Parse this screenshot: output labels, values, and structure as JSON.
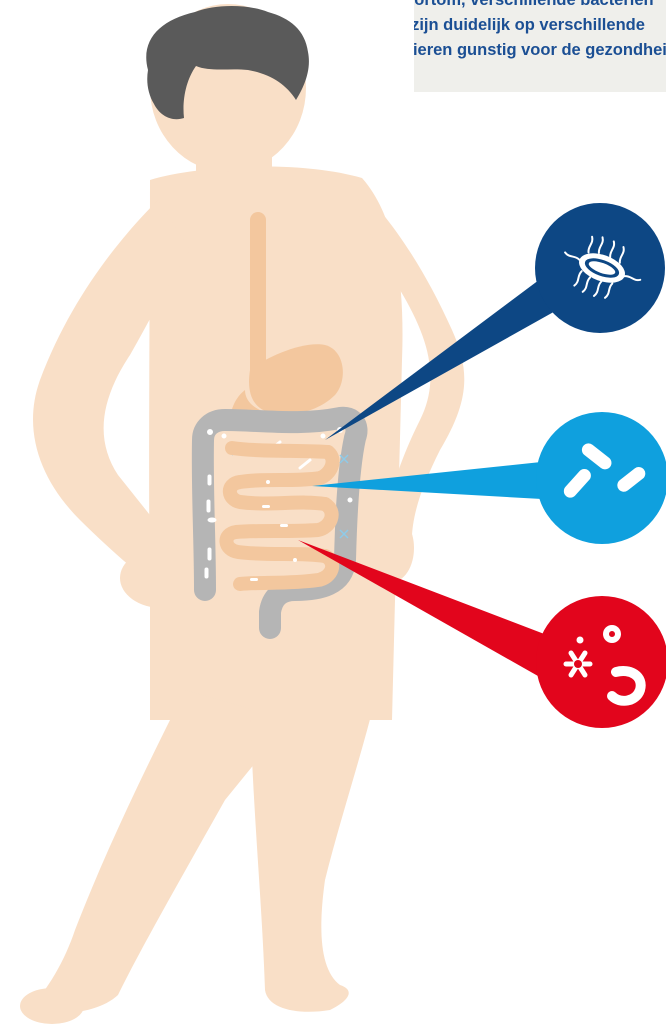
{
  "text_box": {
    "lines": [
      "Kortom, verschillende bacteriën",
      "zijn duidelijk op verschillende",
      "manieren gunstig voor de gezondheid"
    ]
  },
  "colors": {
    "skin": "#f9dfc7",
    "organ": "#f3c79e",
    "colon": "#b5b5b5",
    "hair": "#5a5a5a",
    "text_box_bg": "#efefeb",
    "text": "#1b4f94",
    "callout_top": "#0d4784",
    "callout_middle": "#0fa0de",
    "callout_bottom": "#e2051c"
  },
  "callouts": [
    {
      "id": "top",
      "icon": "bacterium-with-flagella-icon"
    },
    {
      "id": "middle",
      "icon": "rod-bacteria-icon"
    },
    {
      "id": "bottom",
      "icon": "mixed-bacteria-icon"
    }
  ]
}
